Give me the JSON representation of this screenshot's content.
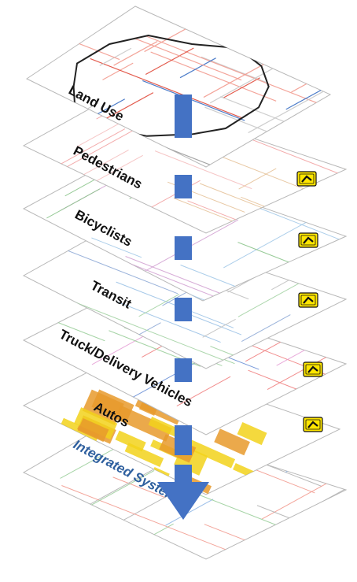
{
  "layers": [
    {
      "id": "land-use",
      "label": "Land Use",
      "icon": ""
    },
    {
      "id": "pedestrians",
      "label": "Pedestrians",
      "icon": "pedestrian-sign-icon"
    },
    {
      "id": "bicyclists",
      "label": "Bicyclists",
      "icon": "bicycle-sign-icon"
    },
    {
      "id": "transit",
      "label": "Transit",
      "icon": "bus-sign-icon"
    },
    {
      "id": "truck-delivery",
      "label": "Truck/Delivery Vehicles",
      "icon": "truck-sign-icon"
    },
    {
      "id": "autos",
      "label": "Autos",
      "icon": "car-sign-icon"
    },
    {
      "id": "integrated",
      "label": "Integrated System",
      "icon": ""
    }
  ],
  "colors": {
    "arrow": "#4472c4",
    "final_label": "#2e5f9e",
    "sign_fill": "#ffe600",
    "zone_yellow": "#f2d21b",
    "zone_orange": "#e89a2b"
  }
}
